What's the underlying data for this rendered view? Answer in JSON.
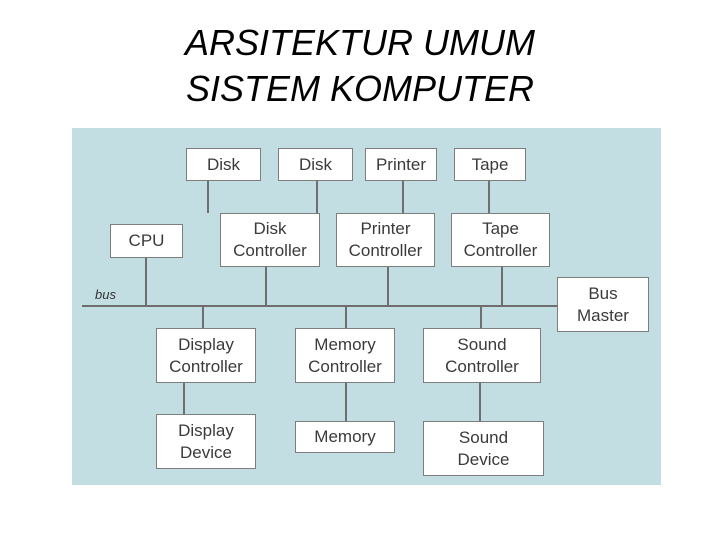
{
  "title": {
    "line1": "ARSITEKTUR UMUM",
    "line2": "SISTEM KOMPUTER"
  },
  "diagram": {
    "bus_label": "bus",
    "top_devices": {
      "disk1": "Disk",
      "disk2": "Disk",
      "printer": "Printer",
      "tape": "Tape"
    },
    "cpu": "CPU",
    "controllers_top": {
      "disk": [
        "Disk",
        "Controller"
      ],
      "printer": [
        "Printer",
        "Controller"
      ],
      "tape": [
        "Tape",
        "Controller"
      ]
    },
    "bus_master": [
      "Bus",
      "Master"
    ],
    "controllers_bottom": {
      "display": [
        "Display",
        "Controller"
      ],
      "memory": [
        "Memory",
        "Controller"
      ],
      "sound": [
        "Sound",
        "Controller"
      ]
    },
    "bottom_devices": {
      "display": [
        "Display",
        "Device"
      ],
      "memory": "Memory",
      "sound": [
        "Sound",
        "Device"
      ]
    }
  }
}
